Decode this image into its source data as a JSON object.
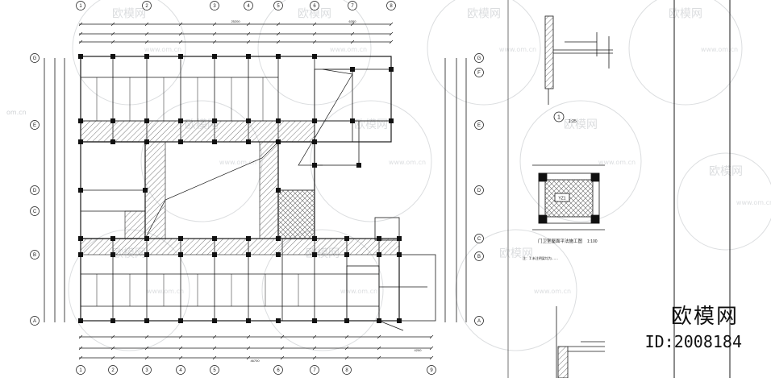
{
  "brand": {
    "name": "欧模网",
    "id_text": "ID:2008184",
    "watermark_text": "欧模网",
    "watermark_url": "www.om.cn",
    "watermark_url_alt": "om.cn"
  },
  "colors": {
    "line": "#1a1a1a",
    "hatch": "#555555",
    "column": "#111111",
    "watermark": "#9aa0a6",
    "paper": "#ffffff"
  },
  "grid": {
    "top_axes": [
      "1",
      "2",
      "3",
      "4",
      "5",
      "6",
      "7",
      "8"
    ],
    "bottom_axes": [
      "1",
      "2",
      "3",
      "4",
      "5",
      "6",
      "7",
      "8",
      "9"
    ],
    "left_axes": [
      "G",
      "E",
      "D",
      "C",
      "B",
      "A"
    ],
    "right_axes": [
      "G",
      "F",
      "E",
      "D",
      "C",
      "B",
      "A"
    ]
  },
  "dimensions": {
    "top_overall": "25200",
    "top_right": "6300",
    "bottom_overall": "46700",
    "bottom_right": "4200"
  },
  "details": {
    "section_marker": "1",
    "section_scale": "1:25",
    "plan_title": "门卫室屋面平法施工图",
    "plan_scale": "1:100",
    "plan_label": "YZ1",
    "note": "注：1.未注明梁均为……"
  }
}
